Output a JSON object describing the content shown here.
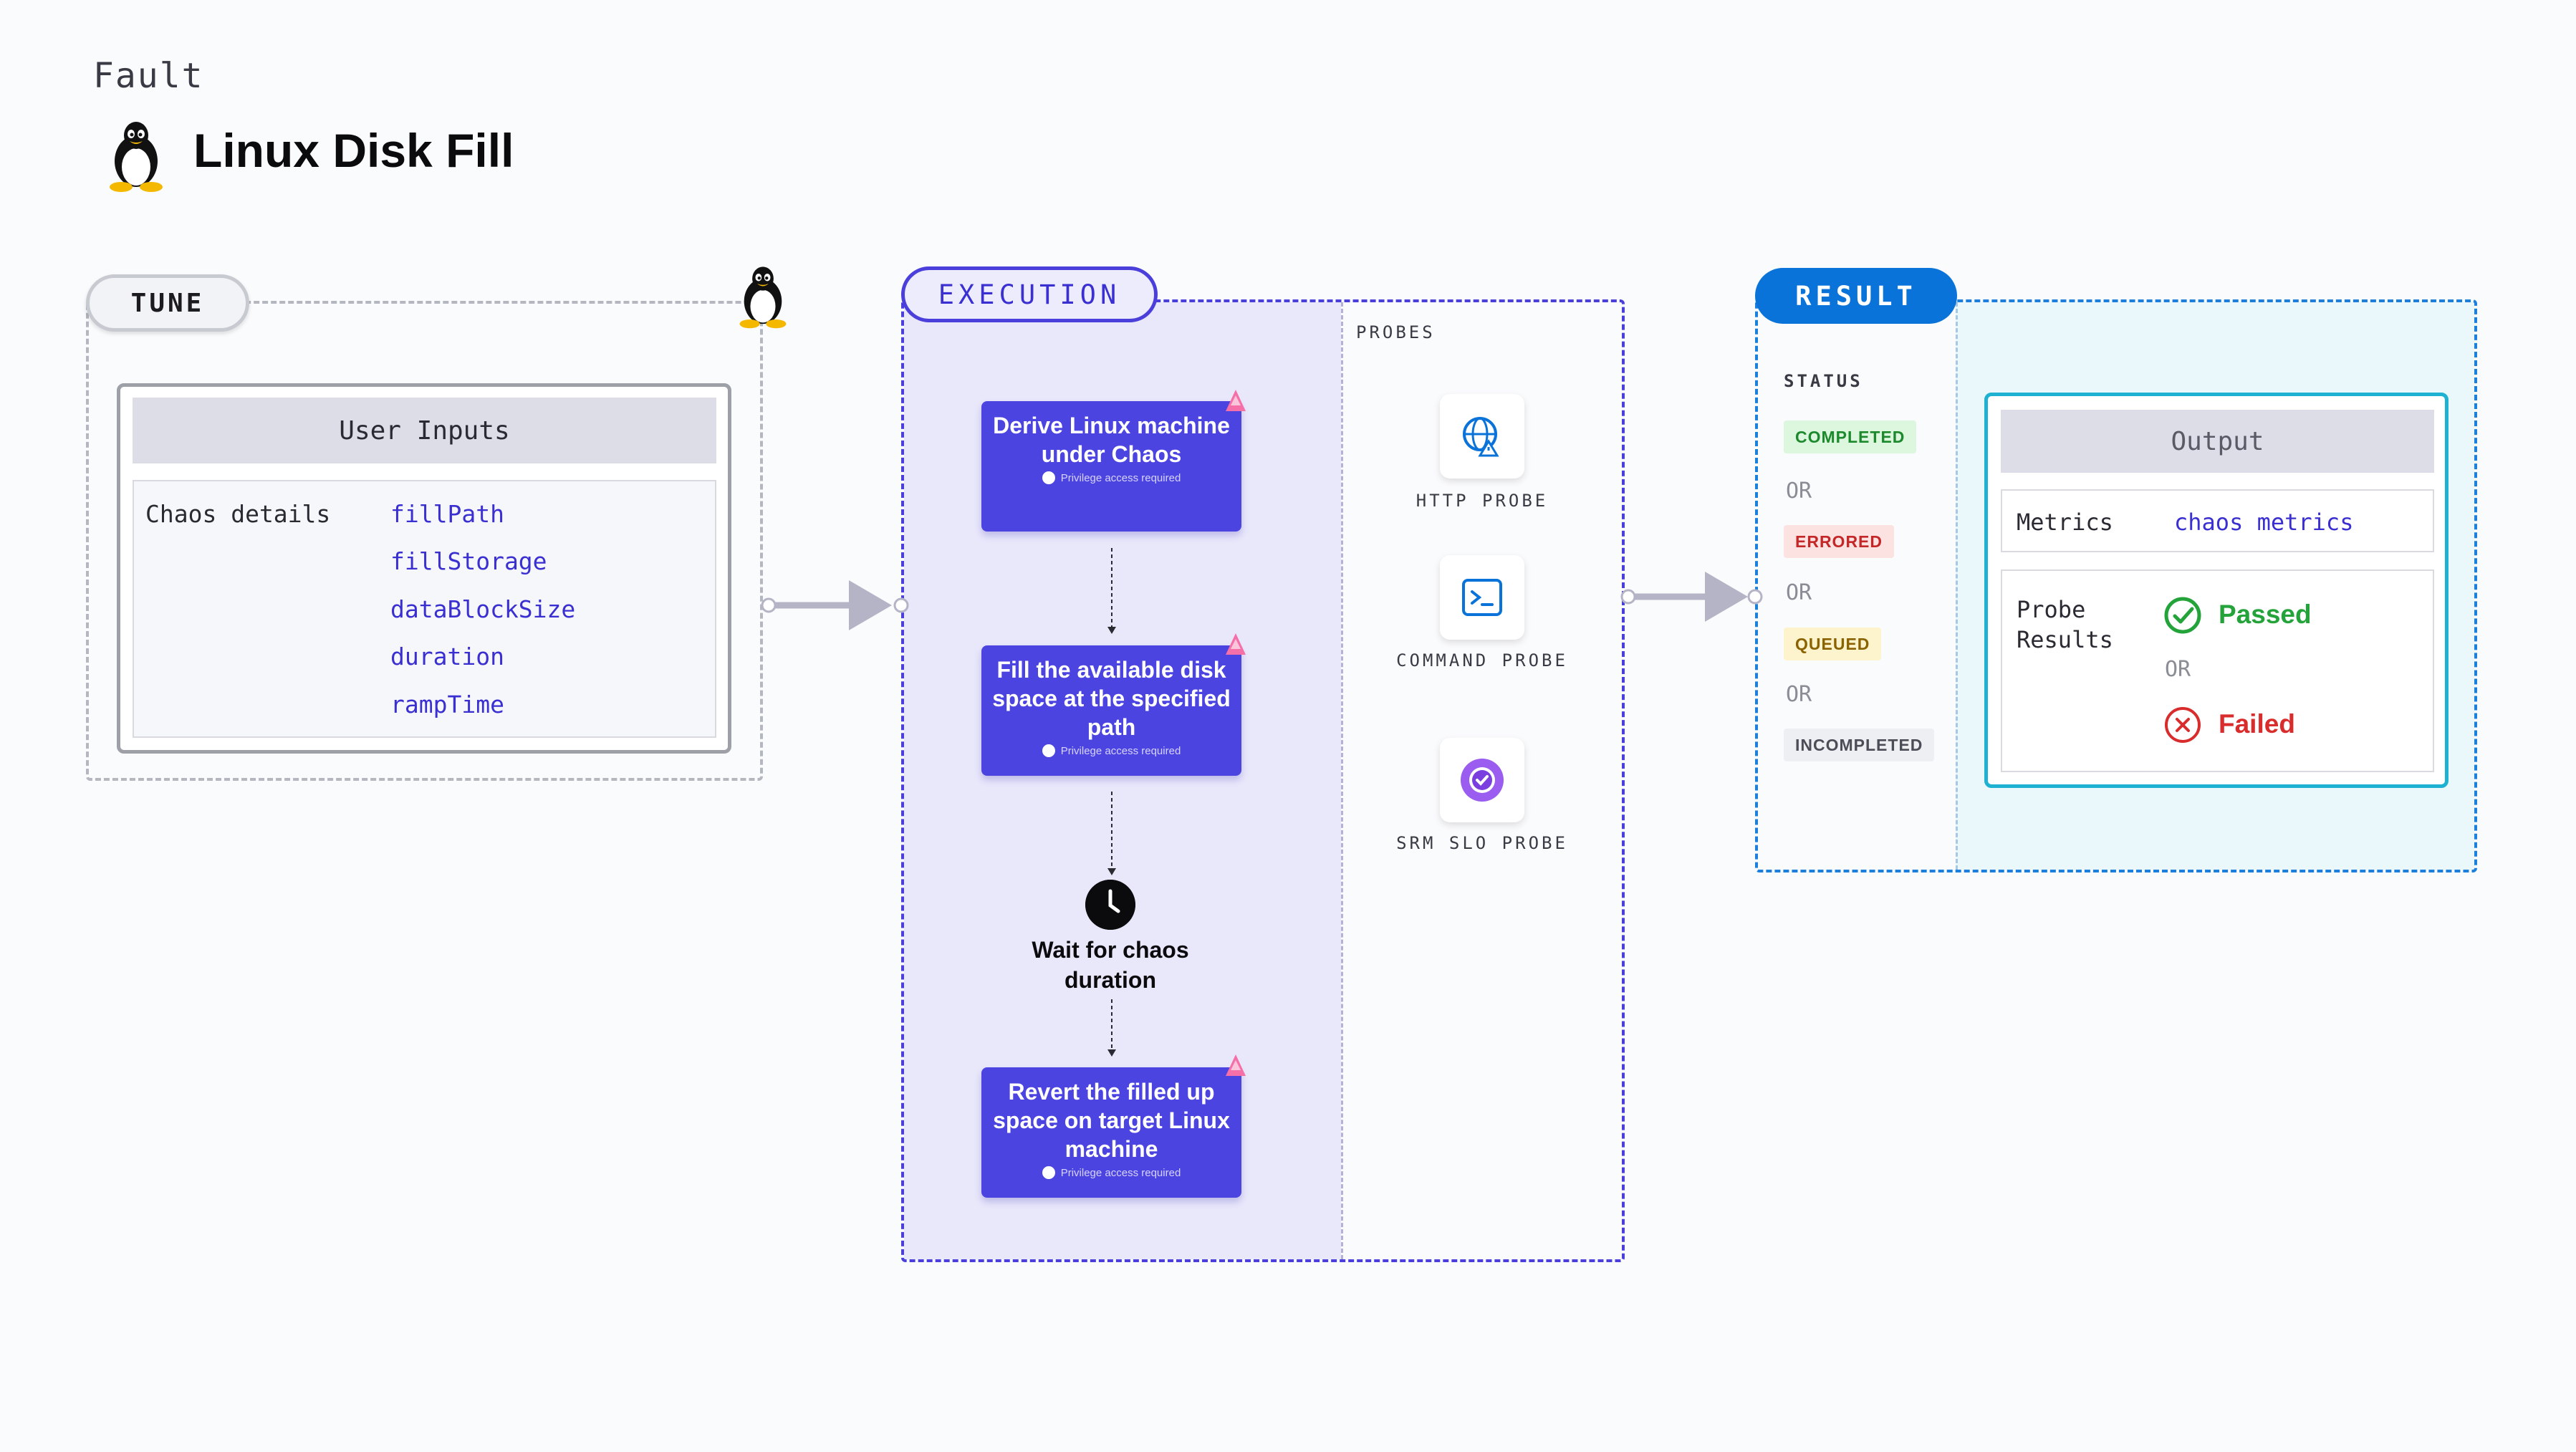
{
  "header": {
    "eyebrow": "Fault",
    "title": "Linux Disk Fill",
    "title_icon": "linux-tux-icon"
  },
  "tune": {
    "label": "TUNE",
    "card_title": "User Inputs",
    "row_label": "Chaos details",
    "params": [
      "fillPath",
      "fillStorage",
      "dataBlockSize",
      "duration",
      "rampTime"
    ]
  },
  "execution": {
    "label": "EXECUTION",
    "steps": [
      {
        "title": "Derive Linux machine under Chaos",
        "note": "Privilege access required"
      },
      {
        "title": "Fill the available disk space at the specified path",
        "note": "Privilege access required"
      },
      {
        "title": "Revert the filled up space on target Linux machine",
        "note": "Privilege access required"
      }
    ],
    "wait_label": "Wait for chaos duration",
    "probes_label": "PROBES",
    "probes": [
      {
        "label": "HTTP PROBE",
        "icon": "globe-icon"
      },
      {
        "label": "COMMAND PROBE",
        "icon": "terminal-icon"
      },
      {
        "label": "SRM SLO PROBE",
        "icon": "srm-slo-icon"
      }
    ]
  },
  "result": {
    "label": "RESULT",
    "status_label": "STATUS",
    "statuses": [
      {
        "label": "COMPLETED",
        "bg": "#dcf7dd",
        "fg": "#1c8a2c"
      },
      {
        "label": "ERRORED",
        "bg": "#fde2e2",
        "fg": "#c42727"
      },
      {
        "label": "QUEUED",
        "bg": "#fdf3cc",
        "fg": "#8a6200"
      },
      {
        "label": "INCOMPLETED",
        "bg": "#eeeff2",
        "fg": "#4b4d57"
      }
    ],
    "or_text": "OR",
    "output_title": "Output",
    "metrics_label": "Metrics",
    "metrics_value": "chaos metrics",
    "probe_results_label": "Probe\nResults",
    "passed": "Passed",
    "failed": "Failed"
  },
  "colors": {
    "execution_accent": "#4a3fdb",
    "result_accent": "#0a73d9",
    "param_text": "#3a2fd1"
  }
}
